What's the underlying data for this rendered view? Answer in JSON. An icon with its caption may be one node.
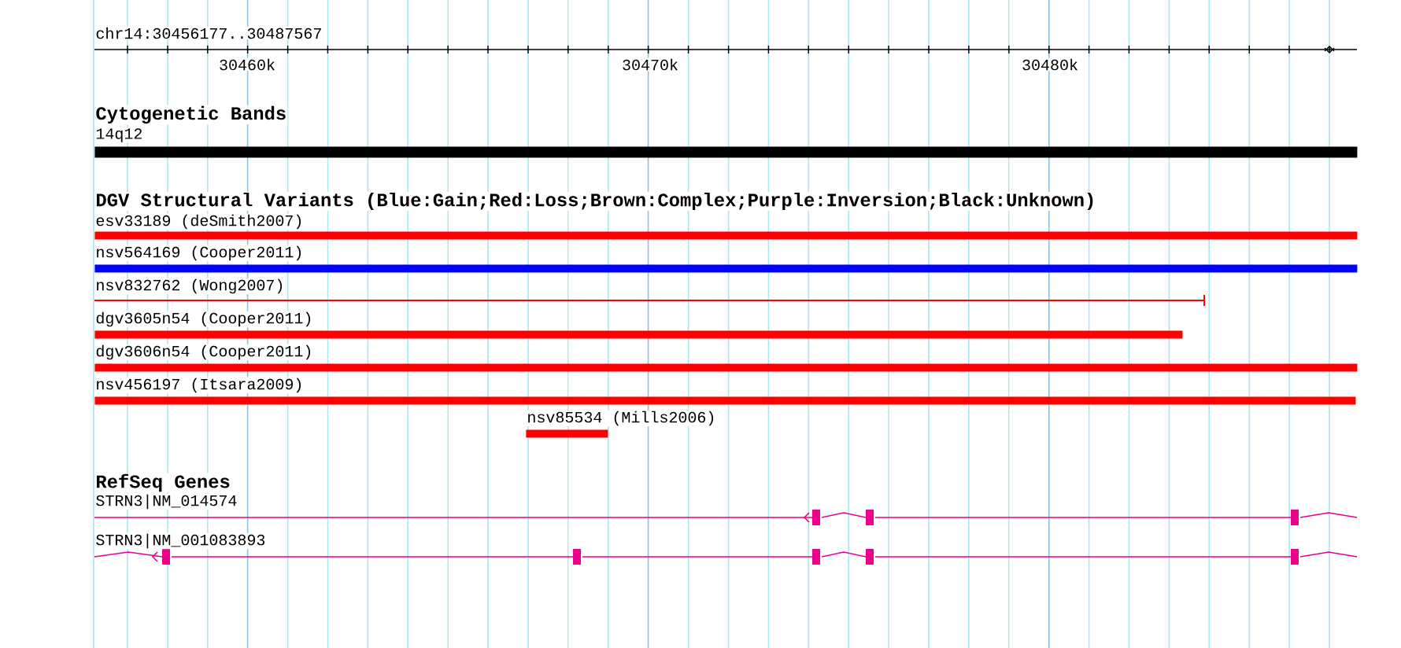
{
  "diagram": {
    "nodes": [
      {
        "text": [
          "14q12"
        ]
      },
      {
        "text": [
          "esv33189 (deSmith2007)"
        ]
      },
      {
        "text": [
          "nsv564169 (Cooper2011)"
        ]
      },
      {
        "text": [
          "nsv832762 (Wong2007)"
        ]
      },
      {
        "text": [
          "dgv3605n54 (Cooper2011)"
        ]
      },
      {
        "text": [
          "dgv3606n54 (Cooper2011)"
        ]
      },
      {
        "text": [
          "nsv456197 (Itsara2009)"
        ]
      },
      {
        "text": [
          "nsv85534 (Mills2006)"
        ]
      },
      {
        "text": [
          "STRN3|NM_014574"
        ]
      },
      {
        "text": [
          "STRN3|NM_001083893"
        ]
      }
    ],
    "labels": [
      "chr14:30456177..30487567",
      "30460k",
      "30470k",
      "30480k",
      "Cytogenetic Bands",
      "DGV Structural Variants (Blue:Gain;Red:Loss;Brown:Complex;Purple:Inversion;Black:Unknown)",
      "RefSeq Genes"
    ]
  }
}
